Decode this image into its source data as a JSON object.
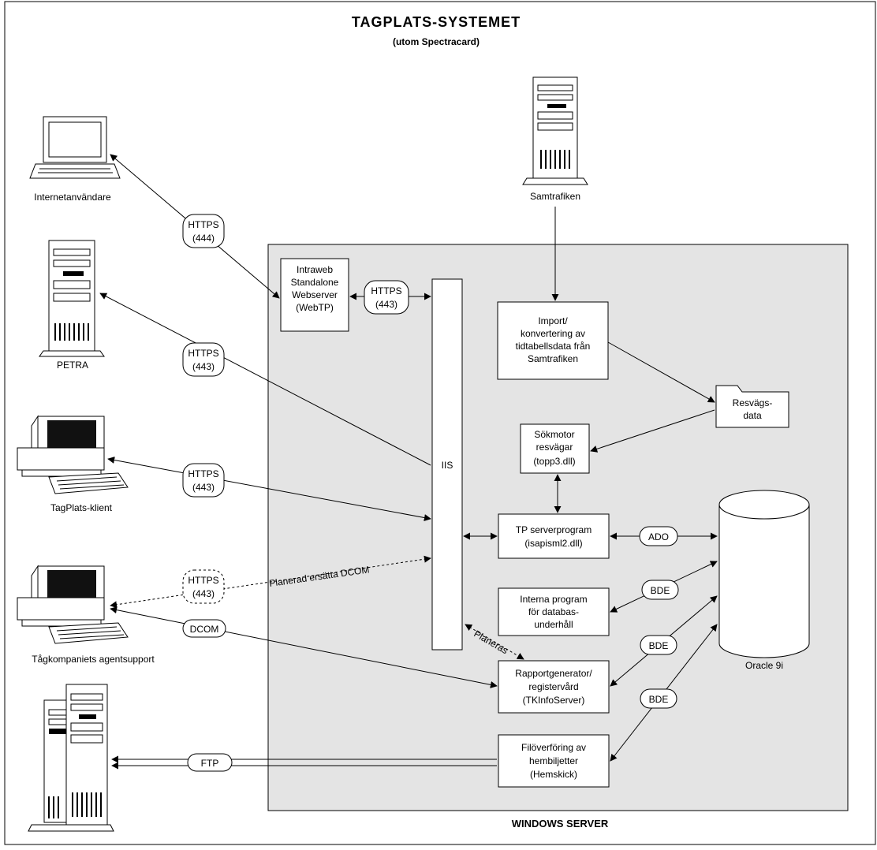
{
  "title": "TAGPLATS-SYSTEMET",
  "subtitle": "(utom Spectracard)",
  "server_label": "WINDOWS SERVER",
  "nodes": {
    "internet_user": "Internetanvändare",
    "petra": "PETRA",
    "tagplats_client": "TagPlats-klient",
    "agent_support": "Tågkompaniets agentsupport",
    "samtrafiken": "Samtrafiken",
    "oracle": "Oracle 9i"
  },
  "boxes": {
    "intraweb": [
      "Intraweb",
      "Standalone",
      "Webserver",
      "(WebTP)"
    ],
    "iis": "IIS",
    "import": [
      "Import/",
      "konvertering av",
      "tidtabellsdata från",
      "Samtrafiken"
    ],
    "resvags": [
      "Resvägs-",
      "data"
    ],
    "sokmotor": [
      "Sökmotor",
      "resvägar",
      "(topp3.dll)"
    ],
    "tp_server": [
      "TP serverprogram",
      "(isapisml2.dll)"
    ],
    "interna": [
      "Interna program",
      "för databas-",
      "underhåll"
    ],
    "rapport": [
      "Rapportgenerator/",
      "registervård",
      "(TKInfoServer)"
    ],
    "filoverforing": [
      "Filöverföring av",
      "hembiljetter",
      "(Hemskick)"
    ]
  },
  "connectors": {
    "https_444": [
      "HTTPS",
      "(444)"
    ],
    "https_443_intra": [
      "HTTPS",
      "(443)"
    ],
    "https_443_petra": [
      "HTTPS",
      "(443)"
    ],
    "https_443_client": [
      "HTTPS",
      "(443)"
    ],
    "https_443_agent": [
      "HTTPS",
      "(443)"
    ],
    "dcom": "DCOM",
    "ftp": "FTP",
    "ado": "ADO",
    "bde_1": "BDE",
    "bde_2": "BDE",
    "bde_3": "BDE"
  },
  "annotations": {
    "planned_replace": "Planerad ersätta DCOM",
    "planned": "Planeras"
  }
}
